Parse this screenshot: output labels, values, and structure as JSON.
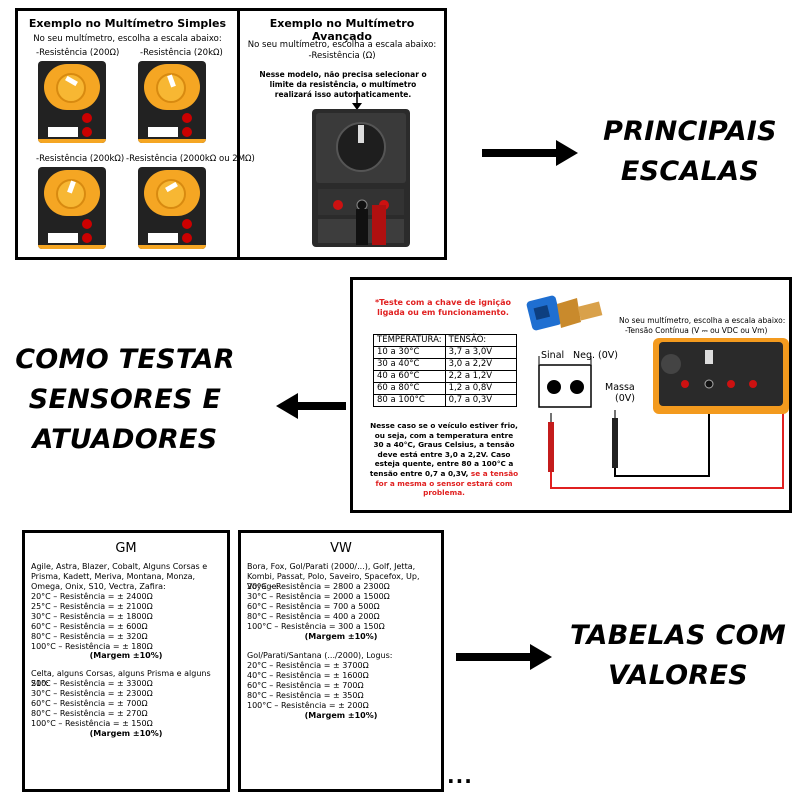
{
  "top_panel": {
    "simple": {
      "title": "Exemplo no Multímetro Simples",
      "intro": "No seu multímetro, escolha a escala abaixo:",
      "labels": [
        "-Resistência (200Ω)",
        "-Resistência (20kΩ)",
        "-Resistência (200kΩ)",
        "-Resistência (2000kΩ ou 2MΩ)"
      ]
    },
    "advanced": {
      "title": "Exemplo no Multímetro Avançado",
      "intro": "No seu multímetro, escolha a escala abaixo:",
      "scale": "-Resistência (Ω)",
      "note": "Nesse modelo, não precisa selecionar o limite da resistência, o multímetro realizará isso automaticamente."
    }
  },
  "label_principais": [
    "PRINCIPAIS",
    "ESCALAS"
  ],
  "middle_panel": {
    "warning": "*Teste com a chave de ignição ligada ou em funcionamento.",
    "table_header": [
      "TEMPERATURA:",
      "TENSÃO:"
    ],
    "table_rows": [
      [
        "10 a 30°C",
        "3,7 a 3,0V"
      ],
      [
        "30 a 40°C",
        "3,0 a 2,2V"
      ],
      [
        "40 a 60°C",
        "2,2 a 1,2V"
      ],
      [
        "60 a 80°C",
        "1,2 a 0,8V"
      ],
      [
        "80 a 100°C",
        "0,7 a 0,3V"
      ]
    ],
    "meter_note": "No seu multímetro, escolha a escala abaixo:",
    "meter_scale": "-Tensão Contínua (V ⎓ ou VDC ou Vm)",
    "sinal": "Sinal",
    "neg": "Neg. (0V)",
    "massa": "Massa",
    "massa_v": "(0V)",
    "desc_black": "Nesse caso se o veículo estiver frio, ou seja, com a temperatura entre 30 a 40°C, Graus Celsius, a tensão deve está entre 3,0 a 2,2V. Caso esteja quente, entre 80 a 100°C a tensão entre 0,7 a 0,3V,",
    "desc_red": "se a tensão for a mesma o sensor estará com problema."
  },
  "label_como": [
    "COMO TESTAR",
    "SENSORES E",
    "ATUADORES"
  ],
  "gm_panel": {
    "title": "GM",
    "models_1": "Agile, Astra, Blazer, Cobalt, Alguns Corsas e Prisma, Kadett, Meriva, Montana, Monza, Omega, Onix, S10, Vectra, Zafira:",
    "rows_1": [
      "20°C – Resistência = ± 2400Ω",
      "25°C – Resistência = ± 2100Ω",
      "30°C – Resistência = ± 1800Ω",
      "60°C – Resistência = ± 600Ω",
      "80°C – Resistência = ± 320Ω",
      "100°C – Resistência = ± 180Ω"
    ],
    "margin_1": "(Margem ±10%)",
    "models_2": "Celta, alguns Corsas, alguns Prisma e alguns S10:",
    "rows_2": [
      "20°C – Resistência = ± 3300Ω",
      "30°C – Resistência = ± 2300Ω",
      "60°C – Resistência = ± 700Ω",
      "80°C – Resistência = ± 270Ω",
      "100°C – Resistência = ± 150Ω"
    ],
    "margin_2": "(Margem ±10%)"
  },
  "vw_panel": {
    "title": "VW",
    "models_1": "Bora, Fox, Gol/Parati (2000/...),  Golf, Jetta, Kombi, Passat, Polo, Saveiro, Spacefox, Up, Voyage:",
    "rows_1": [
      "20°C – Resistência = 2800 a 2300Ω",
      "30°C – Resistência = 2000 a 1500Ω",
      "60°C – Resistência = 700 a 500Ω",
      "80°C – Resistência = 400 a 200Ω",
      "100°C – Resistência = 300 a 150Ω"
    ],
    "margin_1": "(Margem ±10%)",
    "models_2": "Gol/Parati/Santana  (.../2000),  Logus:",
    "rows_2": [
      "20°C – Resistência = ± 3700Ω",
      "40°C – Resistência = ± 1600Ω",
      "60°C – Resistência = ± 700Ω",
      "80°C – Resistência = ± 350Ω",
      "100°C – Resistência = ± 200Ω"
    ],
    "margin_2": "(Margem ±10%)"
  },
  "label_tabelas": [
    "TABELAS COM",
    "VALORES"
  ],
  "ellipsis": "..."
}
